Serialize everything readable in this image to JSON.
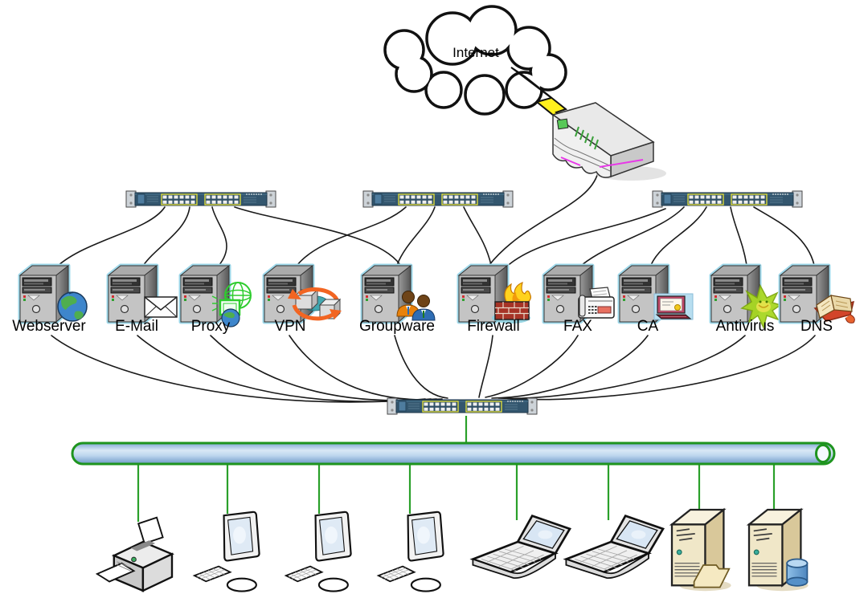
{
  "diagram": {
    "internet_label": "Internet",
    "servers": [
      {
        "label": "Webserver",
        "icon": "globe-icon"
      },
      {
        "label": "E-Mail",
        "icon": "envelope-icon"
      },
      {
        "label": "Proxy",
        "icon": "green-globe-monitor-icon"
      },
      {
        "label": "VPN",
        "icon": "tunnel-boxes-icon"
      },
      {
        "label": "Groupware",
        "icon": "two-users-icon"
      },
      {
        "label": "Firewall",
        "icon": "brick-wall-flame-icon"
      },
      {
        "label": "FAX",
        "icon": "fax-machine-icon"
      },
      {
        "label": "CA",
        "icon": "certificate-screen-icon"
      },
      {
        "label": "Antivirus",
        "icon": "virus-blob-icon"
      },
      {
        "label": "DNS",
        "icon": "directory-book-icon"
      }
    ],
    "switches": [
      "access-switch-left",
      "access-switch-middle",
      "access-switch-right",
      "core-switch"
    ],
    "clients": [
      "printer",
      "desktop",
      "desktop",
      "desktop",
      "laptop",
      "laptop",
      "file-server-tower",
      "database-server-tower"
    ],
    "colors": {
      "cable": "#1a1a1a",
      "lan_link": "#2AA02A",
      "bus_border": "#1E941E",
      "switch_body": "#33566E",
      "port_outline": "#E8E33A",
      "server_outline": "#9FD8EA",
      "lightning": "#FFF01E"
    }
  }
}
